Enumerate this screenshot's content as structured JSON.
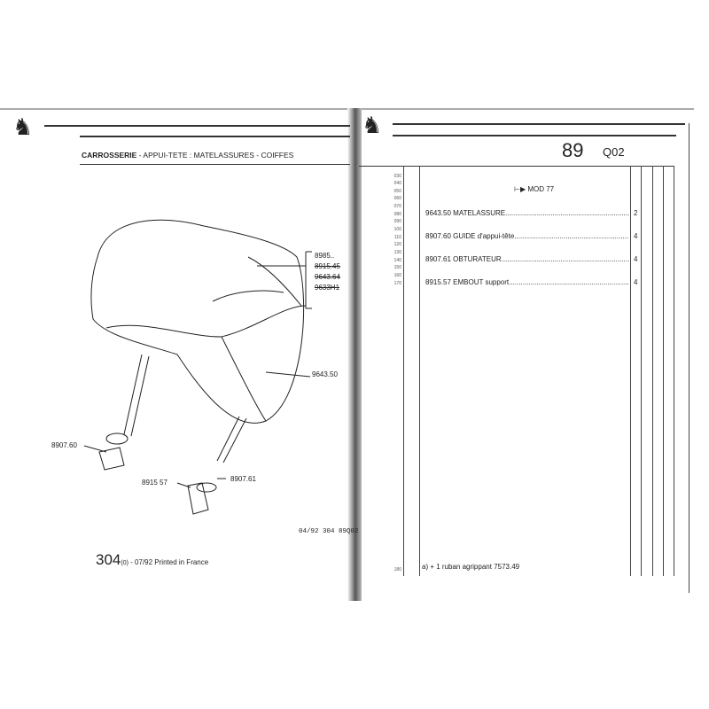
{
  "left_page": {
    "title_bold": "CARROSSERIE",
    "title_rest": " - APPUI-TETE : MATELASSURES - COIFFES",
    "callouts": {
      "c1": "8985..",
      "c2": "8915.45",
      "c3": "9643.64",
      "c4": "9633H1",
      "c5": "9643.50",
      "c6": "8907.60",
      "c7": "8915 57",
      "c8": "8907.61"
    },
    "ref": "04/92 304 89Q02",
    "footer_num": "304",
    "footer_sub": "(0)",
    "footer_text": " - 07/92 Printed in France"
  },
  "right_page": {
    "group": "89",
    "subgroup": "Q02",
    "row_numbers": [
      "030",
      "040",
      "050",
      "060",
      "070",
      "080",
      "090",
      "100",
      "110",
      "120",
      "130",
      "140",
      "150",
      "160",
      "170"
    ],
    "mod": "MOD 77",
    "parts": [
      {
        "ref": "9643.50",
        "name": "MATELASSURE",
        "qty": "2"
      },
      {
        "ref": "8907.60",
        "name": "GUIDE d'appui-tête",
        "qty": "4"
      },
      {
        "ref": "8907.61",
        "name": "OBTURATEUR",
        "qty": "4"
      },
      {
        "ref": "8915.57",
        "name": "EMBOUT support",
        "qty": "4"
      }
    ],
    "footnote_row": "180",
    "footnote": "a)  +  1 ruban agrippant 7573.49"
  }
}
